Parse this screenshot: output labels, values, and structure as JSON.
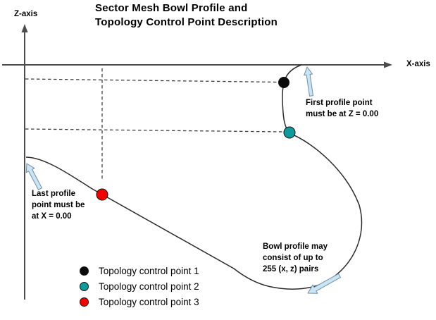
{
  "title": {
    "line1": "Sector Mesh Bowl Profile and",
    "line2": "Topology Control Point Description"
  },
  "axes": {
    "z_label": "Z-axis",
    "x_label": "X-axis"
  },
  "annotations": {
    "first_point": {
      "line1": "First profile point",
      "line2": "must be at Z = 0.00"
    },
    "last_point": {
      "line1": "Last profile",
      "line2": "point must be",
      "line3": "at X = 0.00"
    },
    "bowl": {
      "line1": "Bowl profile may",
      "line2": "consist of up to",
      "line3": "255 (x, z) pairs"
    }
  },
  "legend": {
    "items": [
      {
        "label": "Topology control point 1",
        "color": "#0a0a0a"
      },
      {
        "label": "Topology control point 2",
        "color": "#0f9b9b"
      },
      {
        "label": "Topology control point 3",
        "color": "#f40000"
      }
    ]
  },
  "colors": {
    "control_point_1": "#0a0a0a",
    "control_point_2": "#0f9b9b",
    "control_point_3": "#f40000",
    "annotation_arrow_fill": "#c9e4f5",
    "annotation_arrow_stroke": "#6f8fa6",
    "profile_line": "#2b2b2b",
    "axis_line": "#4c4c4c"
  }
}
